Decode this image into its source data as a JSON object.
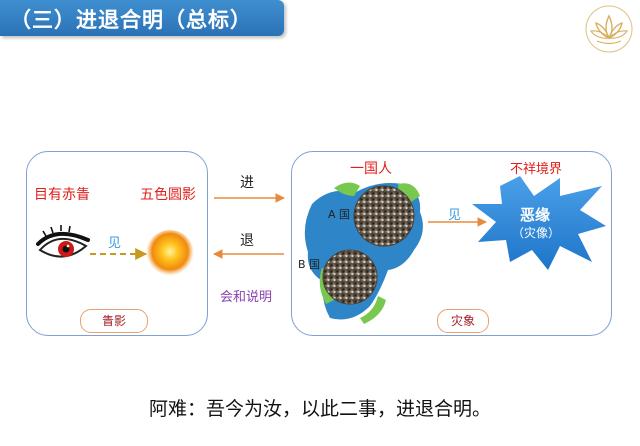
{
  "header": {
    "title": "（三）进退合明（总标）"
  },
  "left_panel": {
    "label_eye": "目有赤眚",
    "label_halo": "五色圆影",
    "see_label": "见",
    "badge": "眚影"
  },
  "middle": {
    "forward_label": "进",
    "backward_label": "退",
    "note": "会和说明"
  },
  "right_panel": {
    "label_people": "一国人",
    "label_omen": "不祥境界",
    "country_a": "A 国",
    "country_b": "B 国",
    "see_label": "见",
    "burst_line1": "恶缘",
    "burst_line2": "（灾像）",
    "badge": "灾象"
  },
  "footer": {
    "text": "阿难：吾今为汝，以此二事，进退合明。"
  },
  "colors": {
    "title_blue": "#2a72b6",
    "panel_border": "#7ea0d4",
    "arrow_orange": "#e88a3c",
    "red_text": "#e0201c",
    "blue_text": "#3a9be0",
    "purple_text": "#8a3fb0",
    "burst_blue": "#2b86d8",
    "land_blue": "#2e86c8",
    "land_green": "#78c850"
  }
}
